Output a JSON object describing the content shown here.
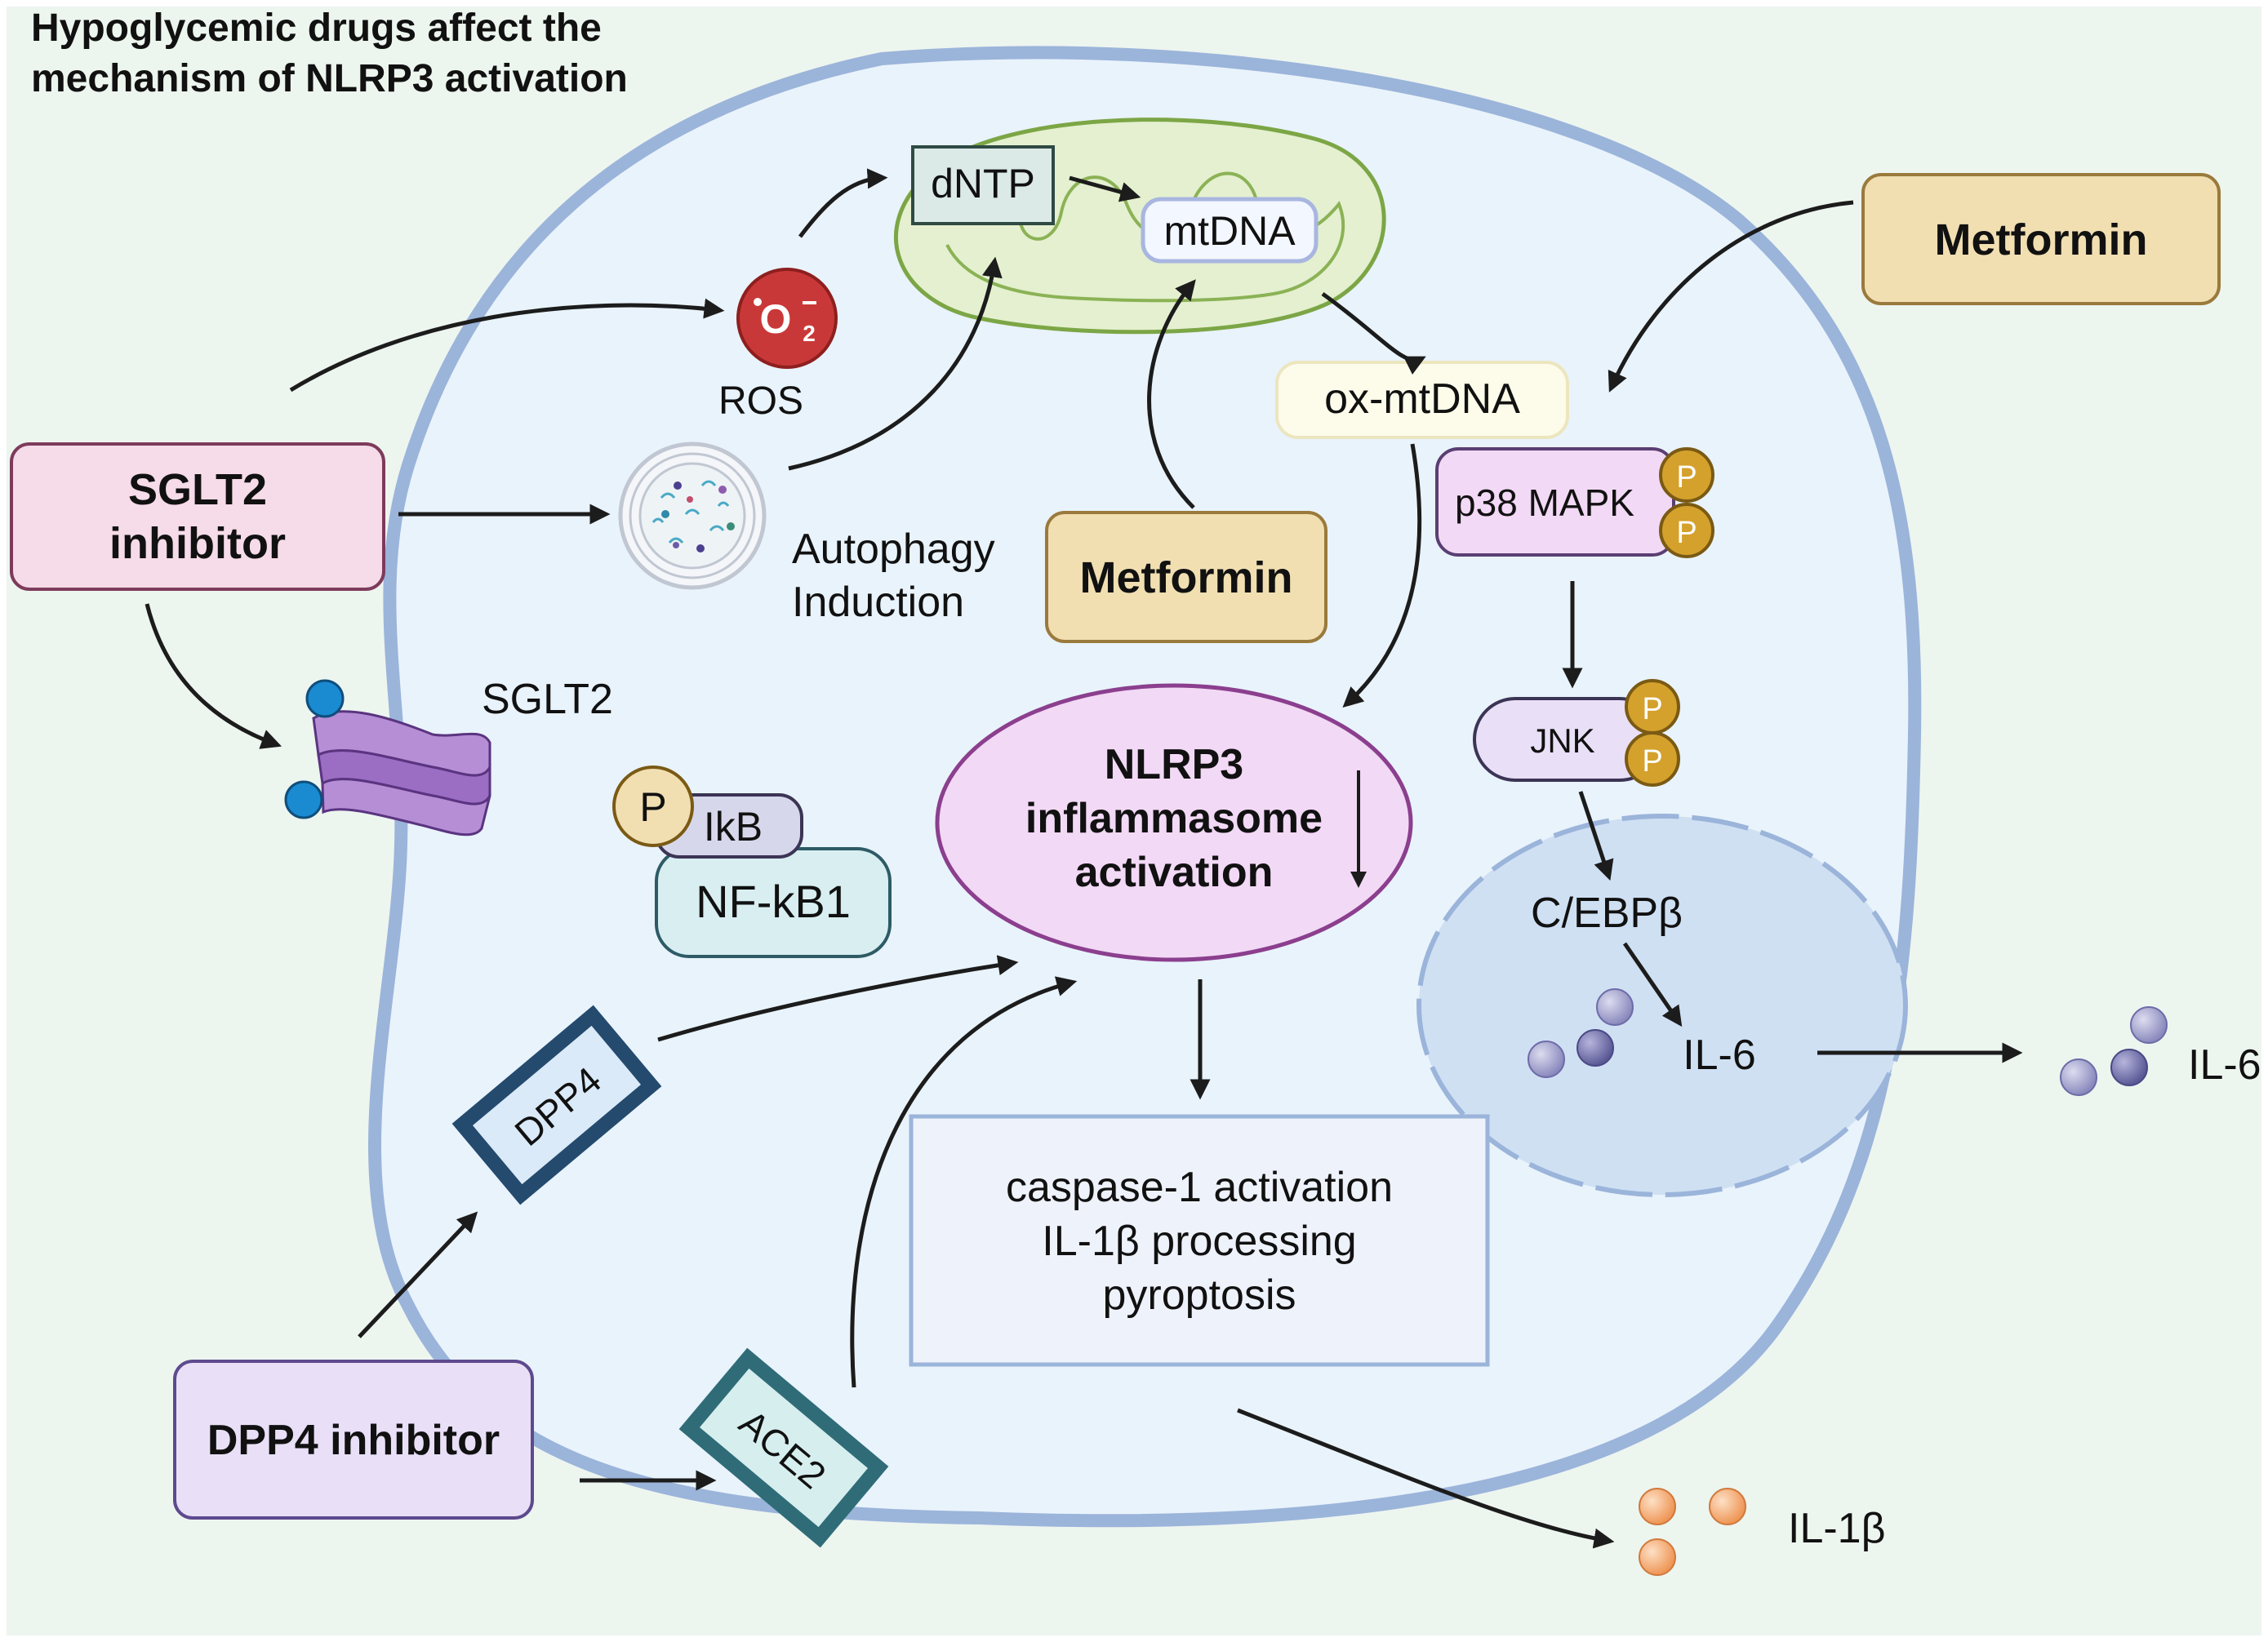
{
  "title_line1": "Hypoglycemic drugs affect the",
  "title_line2": "mechanism of NLRP3 activation",
  "drugs": {
    "sglt2_line1": "SGLT2",
    "sglt2_line2": "inhibitor",
    "dpp4": "DPP4 inhibitor",
    "metformin": "Metformin"
  },
  "labels": {
    "dntp": "dNTP",
    "mtdna": "mtDNA",
    "ros_symbol": "O",
    "ros_sub": "2",
    "ros": "ROS",
    "ox_mtdna": "ox-mtDNA",
    "autophagy_line1": "Autophagy",
    "autophagy_line2": "Induction",
    "sglt2": "SGLT2",
    "p": "P",
    "ikb": "IkB",
    "nfkb1": "NF-kB1",
    "nlrp3_line1": "NLRP3",
    "nlrp3_line2": "inflammasome",
    "nlrp3_line3": "activation",
    "p38": "p38 MAPK",
    "jnk": "JNK",
    "cebpb": "C/EBPβ",
    "il6": "IL-6",
    "dpp4": "DPP4",
    "ace2": "ACE2",
    "il1b": "IL-1β",
    "outcome_line1": "caspase-1 activation",
    "outcome_line2": "IL-1β  processing",
    "outcome_line3": "pyroptosis"
  },
  "colors": {
    "background": "#edf5ef",
    "cell_fill": "#e9f3fb",
    "cell_border": "#9bb4da",
    "sglt2_box": "#f6dbe8",
    "dpp4_box": "#e9e0f7",
    "metformin_box": "#f1dfb2",
    "nlrp3": "#f2d9f5",
    "ros": "#c93838",
    "phospho": "#d4a12c",
    "il1b": "#f3a66e",
    "il6": "#9d9cc8",
    "dpp4_marker": "#244a6e",
    "ace2_marker": "#2f6c78"
  },
  "icons": [
    "arrow",
    "mitochondrion-icon",
    "autophagosome-icon",
    "sglt2-transporter-icon",
    "phosphate-icon",
    "nucleus-icon",
    "cytokine-icon"
  ]
}
